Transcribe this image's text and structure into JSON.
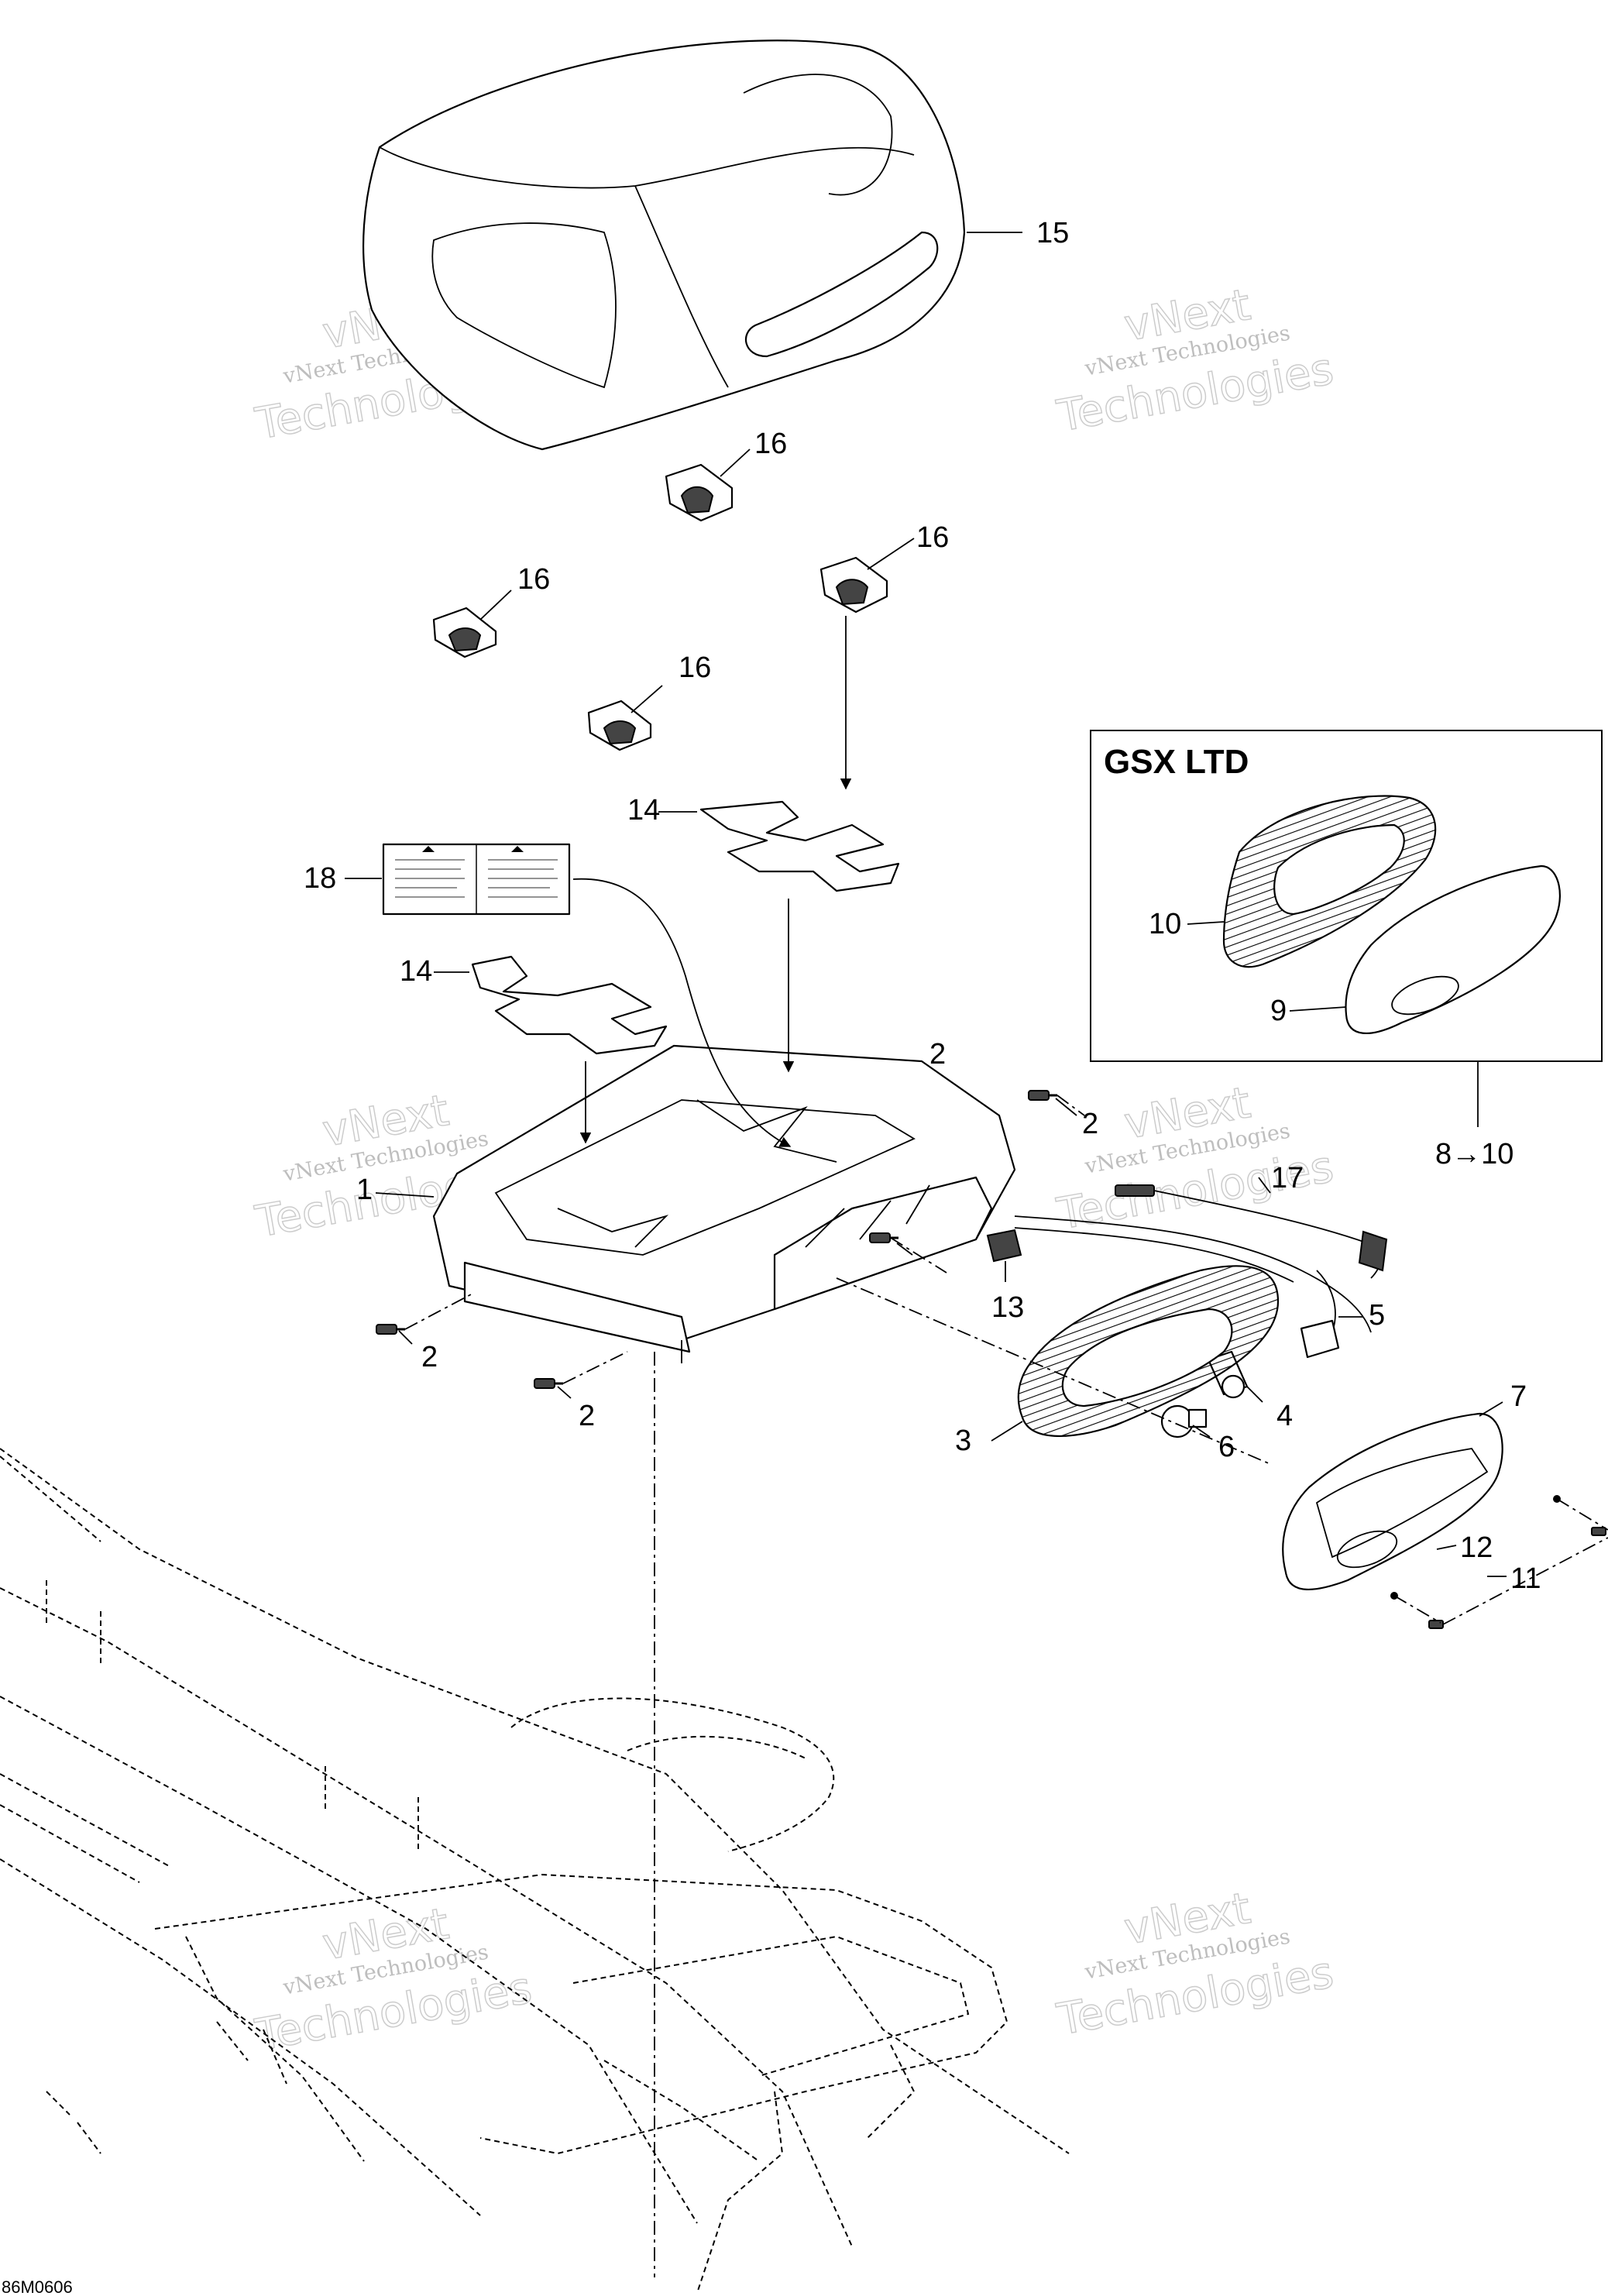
{
  "box": {
    "title": "GSX LTD",
    "range_label": "8→10"
  },
  "figure_code": "86M0606",
  "watermarks": [
    {
      "line1": "vNext",
      "line2": "vNext Technologies",
      "line3": "Technologies"
    },
    {
      "line1": "vNext",
      "line2": "vNext Technologies",
      "line3": "Technologies"
    },
    {
      "line1": "vNext",
      "line2": "vNext Technologies",
      "line3": "Technologies"
    },
    {
      "line1": "vNext",
      "line2": "vNext Technologies",
      "line3": "Technologies"
    },
    {
      "line1": "vNext",
      "line2": "vNext Technologies",
      "line3": "Technologies"
    },
    {
      "line1": "vNext",
      "line2": "vNext Technologies",
      "line3": "Technologies"
    }
  ],
  "callouts": [
    "15",
    "16",
    "16",
    "16",
    "16",
    "14",
    "18",
    "14",
    "2",
    "2",
    "1",
    "17",
    "13",
    "5",
    "2",
    "2",
    "4",
    "3",
    "6",
    "7",
    "12",
    "11",
    "10",
    "9"
  ]
}
